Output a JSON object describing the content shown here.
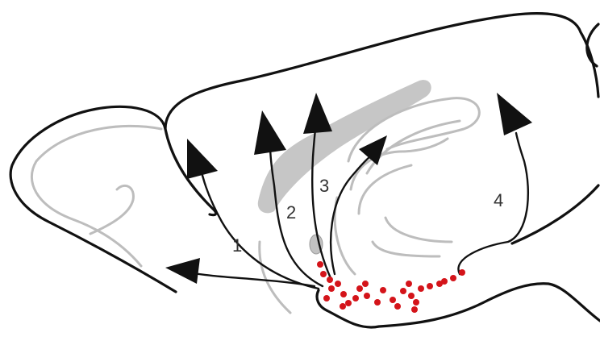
{
  "diagram": {
    "colors": {
      "outline": "#111111",
      "inner_outline": "#bdbdbd",
      "gray_region": "#c6c6c6",
      "arrow": "#111111",
      "dot": "#d4141a",
      "label": "#333333"
    },
    "pathways": [
      {
        "id": "pathway-1",
        "label": "1"
      },
      {
        "id": "pathway-2",
        "label": "2"
      },
      {
        "id": "pathway-3",
        "label": "3"
      },
      {
        "id": "pathway-4",
        "label": "4"
      }
    ],
    "dots": {
      "count": 28
    }
  }
}
